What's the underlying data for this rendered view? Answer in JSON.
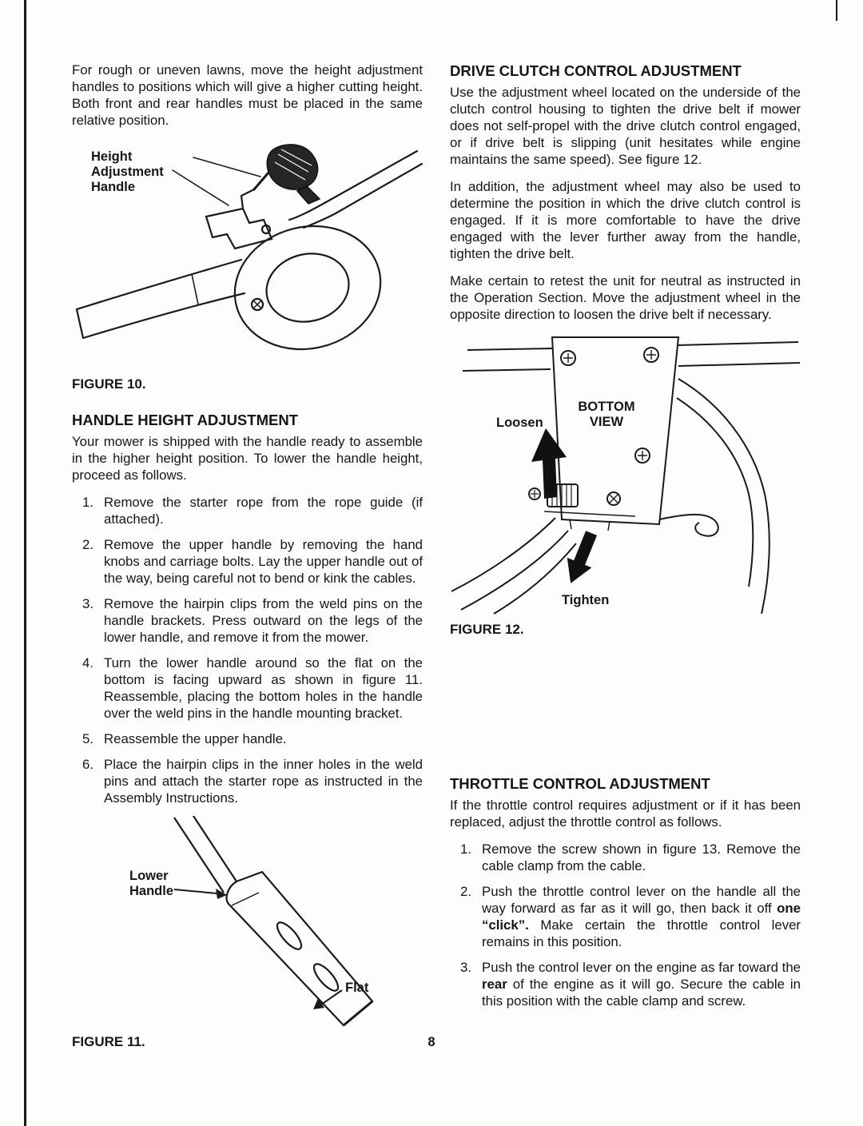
{
  "page": {
    "number": "8"
  },
  "left": {
    "intro": "For rough or uneven lawns, move the height adjustment handles to positions which will give a higher cutting height. Both front and rear handles must be placed in the same relative position.",
    "figure10": {
      "label_handle": "Height\nAdjustment\nHandle",
      "caption": "FIGURE 10."
    },
    "handle_height": {
      "heading": "HANDLE HEIGHT ADJUSTMENT",
      "intro": "Your mower is shipped with the handle ready to assemble in the higher height position. To lower the handle height, proceed as follows.",
      "steps": [
        {
          "num": "1.",
          "text": "Remove the starter rope from the rope guide (if attached)."
        },
        {
          "num": "2.",
          "text": "Remove the upper handle by removing the hand knobs and carriage bolts. Lay the upper handle out of the way, being careful not to bend or kink the cables."
        },
        {
          "num": "3.",
          "text": "Remove the hairpin clips from the weld pins on the handle brackets. Press outward on the legs of the lower handle, and remove it from the mower."
        },
        {
          "num": "4.",
          "text": "Turn the lower handle around so the flat on the bottom is facing upward as shown in figure 11. Reassemble, placing the bottom holes in the handle over the weld pins in the handle mounting bracket."
        },
        {
          "num": "5.",
          "text": "Reassemble the upper handle."
        },
        {
          "num": "6.",
          "text": "Place the hairpin clips in the inner holes in the weld pins and attach the starter rope as instructed in the Assembly Instructions."
        }
      ]
    },
    "figure11": {
      "label_lower_handle": "Lower\nHandle",
      "label_flat": "Flat",
      "caption": "FIGURE 11."
    }
  },
  "right": {
    "drive_clutch": {
      "heading": "DRIVE CLUTCH CONTROL ADJUSTMENT",
      "p1": "Use the adjustment wheel located on the underside of the clutch control housing to tighten the drive belt if mower does not self-propel with the drive clutch control engaged, or if drive belt is slipping (unit hesitates while engine maintains the same speed). See figure 12.",
      "p2": "In addition, the adjustment wheel may also be used to determine the position in which the drive clutch control is engaged. If it is more comfortable to have the drive engaged with the lever further away from the handle, tighten the drive belt.",
      "p3": "Make certain to retest the unit for neutral as instructed in the Operation Section. Move the adjustment wheel in the opposite direction to loosen the drive belt if necessary."
    },
    "figure12": {
      "label_loosen": "Loosen",
      "label_bottom_view": "BOTTOM\nVIEW",
      "label_tighten": "Tighten",
      "caption": "FIGURE 12."
    },
    "throttle": {
      "heading": "THROTTLE CONTROL ADJUSTMENT",
      "intro": "If the throttle control requires adjustment or if it has been replaced, adjust the throttle control as follows.",
      "steps": [
        {
          "num": "1.",
          "pre": "Remove the screw shown in figure 13. Remove the cable clamp from the cable.",
          "bold": "",
          "post": ""
        },
        {
          "num": "2.",
          "pre": "Push the throttle control lever on the handle all the way forward as far as it will go, then back it off ",
          "bold": "one “click”.",
          "post": " Make certain the throttle control lever remains in this position."
        },
        {
          "num": "3.",
          "pre": "Push the control lever on the engine as far toward the ",
          "bold": "rear",
          "post": " of the engine as it will go. Secure the cable in this position with the cable clamp and screw."
        }
      ]
    }
  }
}
